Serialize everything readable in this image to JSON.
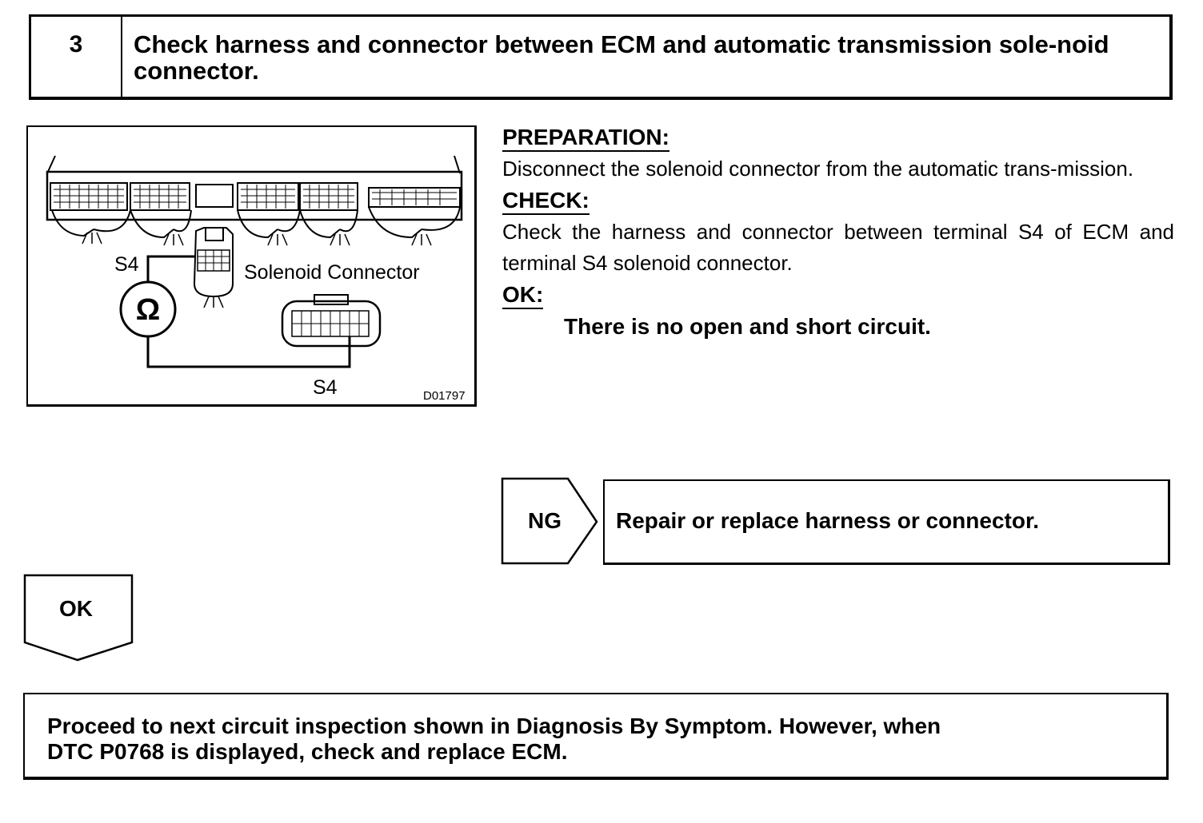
{
  "step": {
    "number": "3",
    "title": "Check harness and connector between ECM and automatic transmission sole-noid connector."
  },
  "figure": {
    "label_s4_top": "S4",
    "label_solenoid": "Solenoid Connector",
    "label_s4_bottom": "S4",
    "code": "D01797",
    "icons": [
      "ecm-connector-icon",
      "ohmmeter-icon",
      "solenoid-connector-icon"
    ]
  },
  "preparation": {
    "heading": "PREPARATION:",
    "text": "Disconnect the solenoid connector from the automatic trans-mission."
  },
  "check": {
    "heading": "CHECK:",
    "text": "Check the harness and connector between terminal S4 of ECM and terminal S4 solenoid connector."
  },
  "ok": {
    "heading": "OK:",
    "text": "There is no open and short circuit."
  },
  "flow": {
    "ng_label": "NG",
    "ng_text": "Repair or replace harness or connector.",
    "ok_label": "OK",
    "final_line1": "Proceed to next circuit inspection shown in Diagnosis By Symptom. However, when",
    "final_line2": "DTC P0768 is displayed, check and replace ECM."
  }
}
